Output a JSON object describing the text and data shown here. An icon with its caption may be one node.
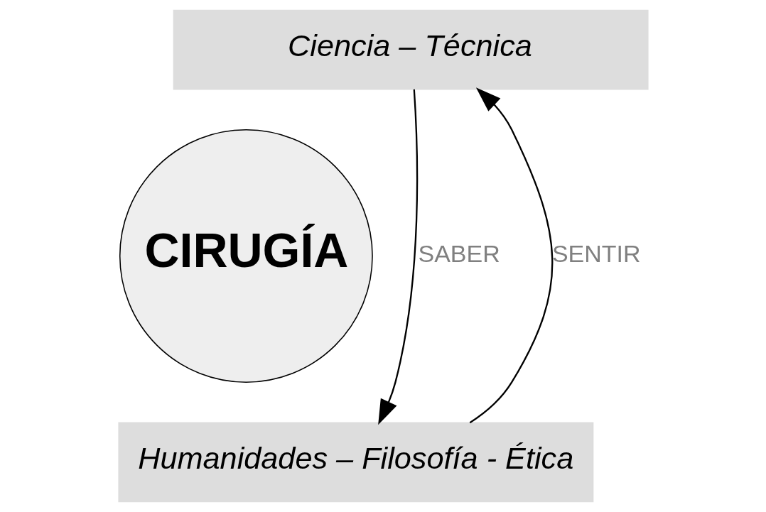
{
  "diagram": {
    "nodes": [
      {
        "text": [
          "Ciencia – Técnica"
        ]
      },
      {
        "text": [
          "CIRUGÍA"
        ]
      },
      {
        "text": [
          "Humanidades – Filosofía - Ética"
        ]
      }
    ],
    "edges": [
      {
        "from": 0,
        "to": 2,
        "arrow": "to",
        "label": "SABER"
      },
      {
        "from": 2,
        "to": 0,
        "arrow": "to",
        "label": "SENTIR"
      }
    ]
  }
}
